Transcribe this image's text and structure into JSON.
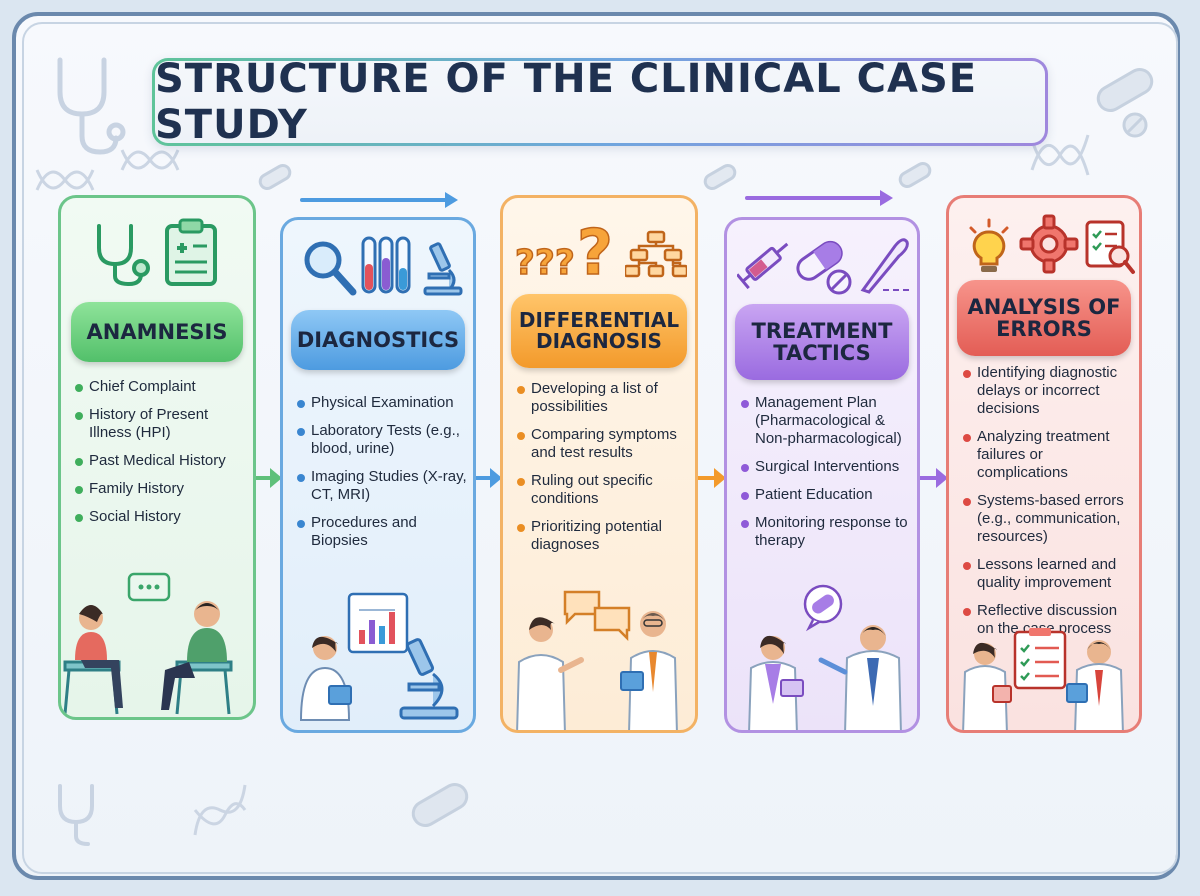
{
  "title": "STRUCTURE OF THE CLINICAL CASE STUDY",
  "colors": {
    "anamnesis": "#52c06a",
    "diagnostics": "#4d9be0",
    "differential": "#f39a2b",
    "treatment": "#9a6be0",
    "errors": "#e35d55"
  },
  "steps": [
    {
      "heading": "ANAMNESIS",
      "icons": [
        "stethoscope-icon",
        "clipboard-icon"
      ],
      "items": [
        "Chief Complaint",
        "History of Present Illness (HPI)",
        "Past Medical History",
        "Family History",
        "Social History"
      ]
    },
    {
      "heading": "DIAGNOSTICS",
      "icons": [
        "magnifier-icon",
        "test-tubes-icon",
        "microscope-icon"
      ],
      "items": [
        "Physical Examination",
        "Laboratory Tests (e.g., blood, urine)",
        "Imaging Studies (X-ray, CT, MRI)",
        "Procedures and Biopsies"
      ]
    },
    {
      "heading": "DIFFERENTIAL DIAGNOSIS",
      "icons": [
        "question-marks-icon",
        "flowchart-icon"
      ],
      "items": [
        "Developing a list of possibilities",
        "Comparing symptoms and test results",
        "Ruling out specific conditions",
        "Prioritizing potential diagnoses"
      ]
    },
    {
      "heading": "TREATMENT TACTICS",
      "icons": [
        "syringe-icon",
        "pills-icon",
        "scalpel-icon"
      ],
      "items": [
        "Management Plan (Pharmacological & Non-pharmacological)",
        "Surgical Interventions",
        "Patient Education",
        "Monitoring response to therapy"
      ]
    },
    {
      "heading": "ANALYSIS OF ERRORS",
      "icons": [
        "lightbulb-icon",
        "gear-icon",
        "checklist-search-icon"
      ],
      "items": [
        "Identifying diagnostic delays or incorrect decisions",
        "Analyzing treatment failures or complications",
        "Systems-based errors (e.g., communication, resources)",
        "Lessons learned and quality improvement",
        "Reflective discussion on the case process"
      ]
    }
  ]
}
